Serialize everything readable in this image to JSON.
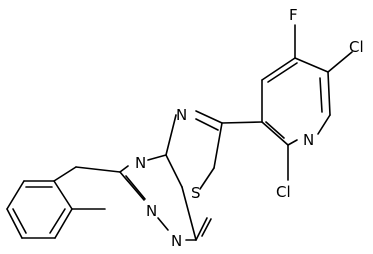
{
  "molecule": {
    "atoms": {
      "f": "F",
      "cl_top": "Cl",
      "cl_bottom": "Cl",
      "n_pyridine": "N",
      "n_thiadiazole": "N",
      "s_thiadiazole": "S",
      "n_fused": "N",
      "n_triazole_1": "N",
      "n_triazole_2": "N"
    }
  }
}
